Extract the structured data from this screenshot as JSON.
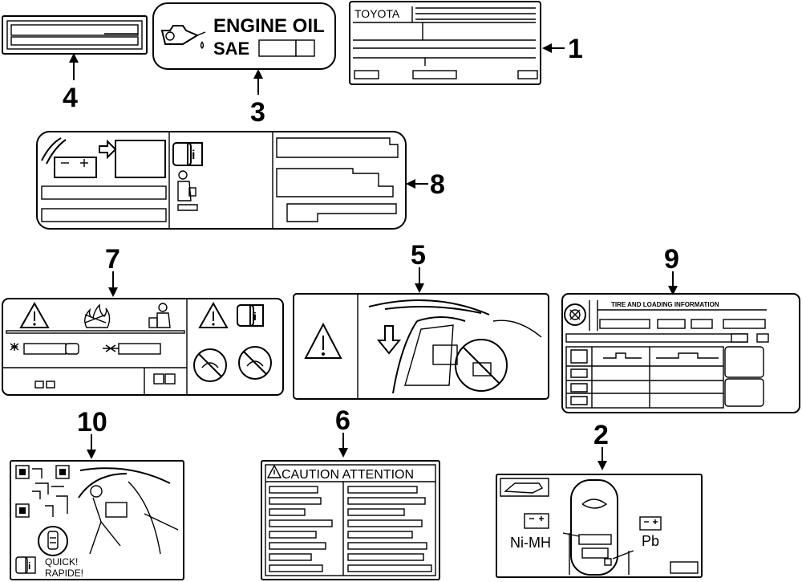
{
  "callouts": [
    {
      "id": "1",
      "text": "1"
    },
    {
      "id": "2",
      "text": "2"
    },
    {
      "id": "3",
      "text": "3"
    },
    {
      "id": "4",
      "text": "4"
    },
    {
      "id": "5",
      "text": "5"
    },
    {
      "id": "6",
      "text": "6"
    },
    {
      "id": "7",
      "text": "7"
    },
    {
      "id": "8",
      "text": "8"
    },
    {
      "id": "9",
      "text": "9"
    },
    {
      "id": "10",
      "text": "10"
    }
  ],
  "label_1": {
    "brand": "TOYOTA"
  },
  "label_3": {
    "line1": "ENGINE OIL",
    "line2": "SAE",
    "icon": "oil-can-icon"
  },
  "label_6": {
    "caution": "CAUTION ATTENTION",
    "icon": "warning-triangle-icon"
  },
  "label_9": {
    "header": "TIRE AND LOADING INFORMATION",
    "icon": "tire-icon"
  },
  "label_2": {
    "nimh": "Ni-MH",
    "pb": "Pb",
    "icon": "battery-icon"
  },
  "label_10": {
    "quick1": "QUICK!",
    "quick2": "RAPIDE!",
    "icon": "qr-code-icon"
  },
  "label_7": {
    "icons": [
      "warning-triangle-icon",
      "fire-icon",
      "manual-icon",
      "prohibited-icon"
    ]
  },
  "label_5": {
    "icons": [
      "warning-triangle-icon",
      "arrow-down-icon",
      "prohibited-icon"
    ]
  },
  "label_8": {
    "icons": [
      "battery-icon",
      "arrow-right-icon",
      "manual-icon",
      "person-icon"
    ]
  }
}
